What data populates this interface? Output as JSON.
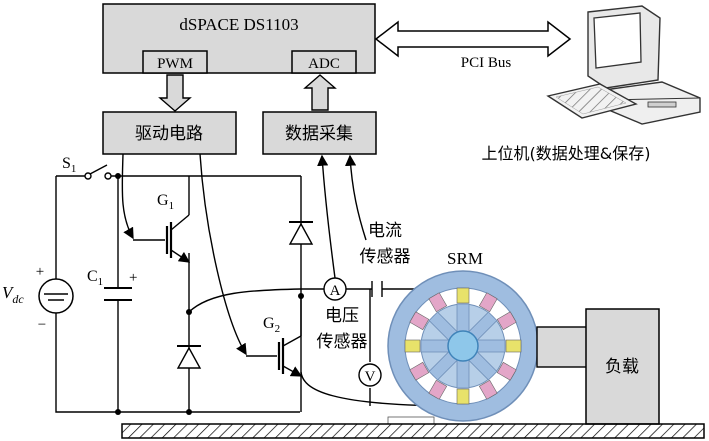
{
  "dspace": {
    "title": "dSPACE DS1103",
    "pwm": "PWM",
    "adc": "ADC"
  },
  "bus": {
    "label": "PCI Bus"
  },
  "driver": {
    "label": "驱动电路"
  },
  "acq": {
    "label": "数据采集"
  },
  "host": {
    "label": "上位机(数据处理&保存)"
  },
  "switch": {
    "label": "S",
    "sub": "1"
  },
  "igbt1": {
    "label": "G",
    "sub": "1"
  },
  "igbt2": {
    "label": "G",
    "sub": "2"
  },
  "cap": {
    "label": "C",
    "sub": "1",
    "plus": "+"
  },
  "source": {
    "label": "V",
    "sub": "dc",
    "plus": "+",
    "minus": "−"
  },
  "current_sensor": {
    "line1": "电流",
    "line2": "传感器",
    "meter": "A"
  },
  "voltage_sensor": {
    "line1": "电压",
    "line2": "传感器",
    "meter": "V"
  },
  "motor": {
    "label": "SRM"
  },
  "load": {
    "label": "负载"
  },
  "colors": {
    "block_fill": "#d9d9d9",
    "stator": "#9fbde0",
    "rotor": "#b7cfe8",
    "rotor_core": "#8ec7ea",
    "coil_pink": "#e3a6c8",
    "coil_yellow": "#e8e26a"
  }
}
